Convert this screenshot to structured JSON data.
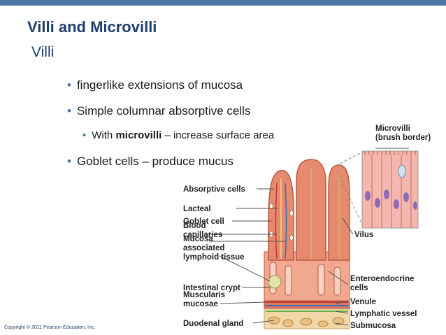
{
  "slide": {
    "title": "Villi and Microvilli",
    "subtitle": "Villi",
    "bullets": [
      "fingerlike extensions of mucosa",
      "Simple columnar absorptive cells"
    ],
    "sub_bullet": {
      "prefix": "With ",
      "bold": "microvilli",
      "suffix": " – increase surface area"
    },
    "bullet_last": "Goblet cells – produce mucus",
    "copyright": "Copyright © 2011 Pearson Education, Inc."
  },
  "figure": {
    "left_labels": [
      [
        "Absorptive cells"
      ],
      [
        "Lacteal"
      ],
      [
        "Goblet cell"
      ],
      [
        "Blood",
        "capillaries"
      ],
      [
        "Mucosa",
        "associated",
        "lymphoid tissue"
      ],
      [
        "Intestinal crypt"
      ],
      [
        "Muscularis",
        "mucosae"
      ],
      [
        "Duodenal gland"
      ]
    ],
    "right_labels": [
      [
        "Microvilli",
        "(brush border)"
      ],
      [
        "Vilus"
      ],
      [
        "Enteroendocrine",
        "cells"
      ],
      [
        "Venule"
      ],
      [
        "Lymphatic vessel"
      ],
      [
        "Submucosa"
      ]
    ]
  },
  "colors": {
    "accent_bar": "#4a78a8",
    "title": "#1d3f6e",
    "villus_fill": "#e58a6e",
    "villus_dark": "#b85a44"
  }
}
